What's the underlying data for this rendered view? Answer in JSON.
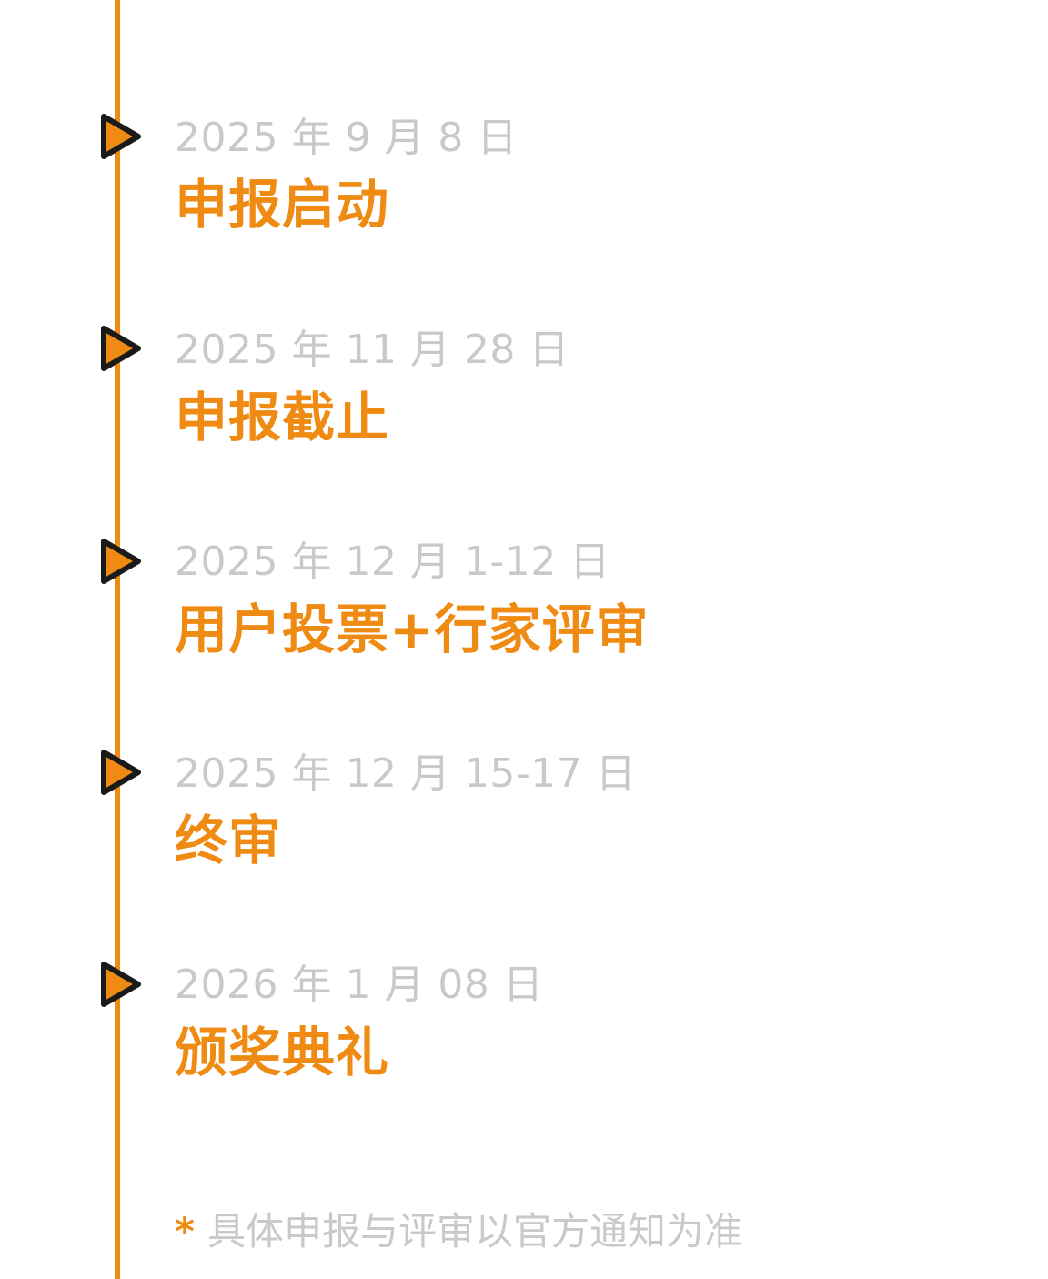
{
  "colors": {
    "accent": "#ef8a12",
    "date_text": "#c9c9c9",
    "marker_outline": "#1a1a1a",
    "background": "#ffffff"
  },
  "timeline": {
    "items": [
      {
        "date": "2025 年 9 月 8 日",
        "title": "申报启动",
        "icon": "play-triangle-icon"
      },
      {
        "date": "2025 年 11 月 28 日",
        "title": "申报截止",
        "icon": "play-triangle-icon"
      },
      {
        "date": "2025 年 12 月 1-12 日",
        "title": "用户投票+行家评审",
        "icon": "play-triangle-icon"
      },
      {
        "date": "2025 年 12 月 15-17 日",
        "title": "终审",
        "icon": "play-triangle-icon"
      },
      {
        "date": "2026 年 1 月 08 日",
        "title": "颁奖典礼",
        "icon": "play-triangle-icon"
      }
    ]
  },
  "footnote": {
    "star": "*",
    "text": "具体申报与评审以官方通知为准"
  }
}
